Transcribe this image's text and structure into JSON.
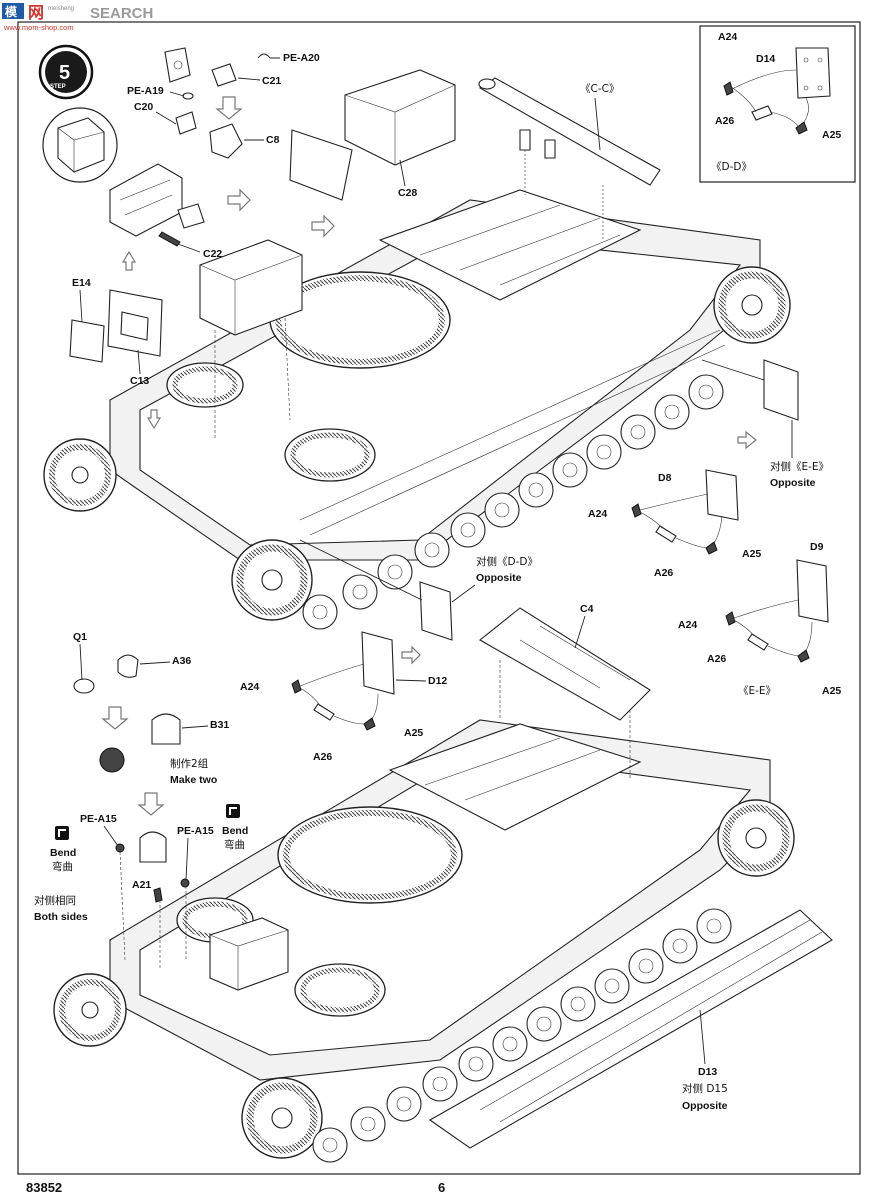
{
  "watermark": {
    "logo_text": "meisheng",
    "site_text": "SEARCH",
    "url_text": "www.mom-shop.com"
  },
  "step": {
    "label": "STEP",
    "number": "5"
  },
  "page": {
    "code": "83852",
    "number": "6"
  },
  "sections": {
    "cc": "《C-C》",
    "dd": "《D-D》",
    "ee": "《E-E》"
  },
  "parts": {
    "pe_a20": "PE-A20",
    "pe_a19": "PE-A19",
    "c21": "C21",
    "c20": "C20",
    "c8": "C8",
    "c22": "C22",
    "c28": "C28",
    "e14": "E14",
    "c13": "C13",
    "inset_a24": "A24",
    "inset_d14": "D14",
    "inset_a26": "A26",
    "inset_a25": "A25",
    "d8": "D8",
    "mid_a24": "A24",
    "mid_a25": "A25",
    "mid_a26": "A26",
    "d9": "D9",
    "r_a24": "A24",
    "r_a26": "A26",
    "r_a25": "A25",
    "c4": "C4",
    "q1": "Q1",
    "a36": "A36",
    "b31": "B31",
    "d12": "D12",
    "l_a24": "A24",
    "l_a25": "A25",
    "l_a26": "A26",
    "pe_a15_left": "PE-A15",
    "pe_a15_right": "PE-A15",
    "a21": "A21",
    "d13": "D13",
    "d15": "对侧 D15"
  },
  "notes": {
    "opposite_cn_ee": "对侧《E-E》",
    "opposite_en_ee": "Opposite",
    "opposite_cn_dd": "对侧《D-D》",
    "opposite_en_dd": "Opposite",
    "make_two_cn": "制作2组",
    "make_two_en": "Make two",
    "bend_left_en": "Bend",
    "bend_left_cn": "弯曲",
    "bend_right_en": "Bend",
    "bend_right_cn": "弯曲",
    "both_sides_cn": "对侧相同",
    "both_sides_en": "Both sides",
    "opposite_d15_en": "Opposite"
  },
  "colors": {
    "line": "#222222",
    "logo_red": "#d4322c",
    "logo_blue": "#1f5aa6",
    "bg": "#ffffff"
  }
}
